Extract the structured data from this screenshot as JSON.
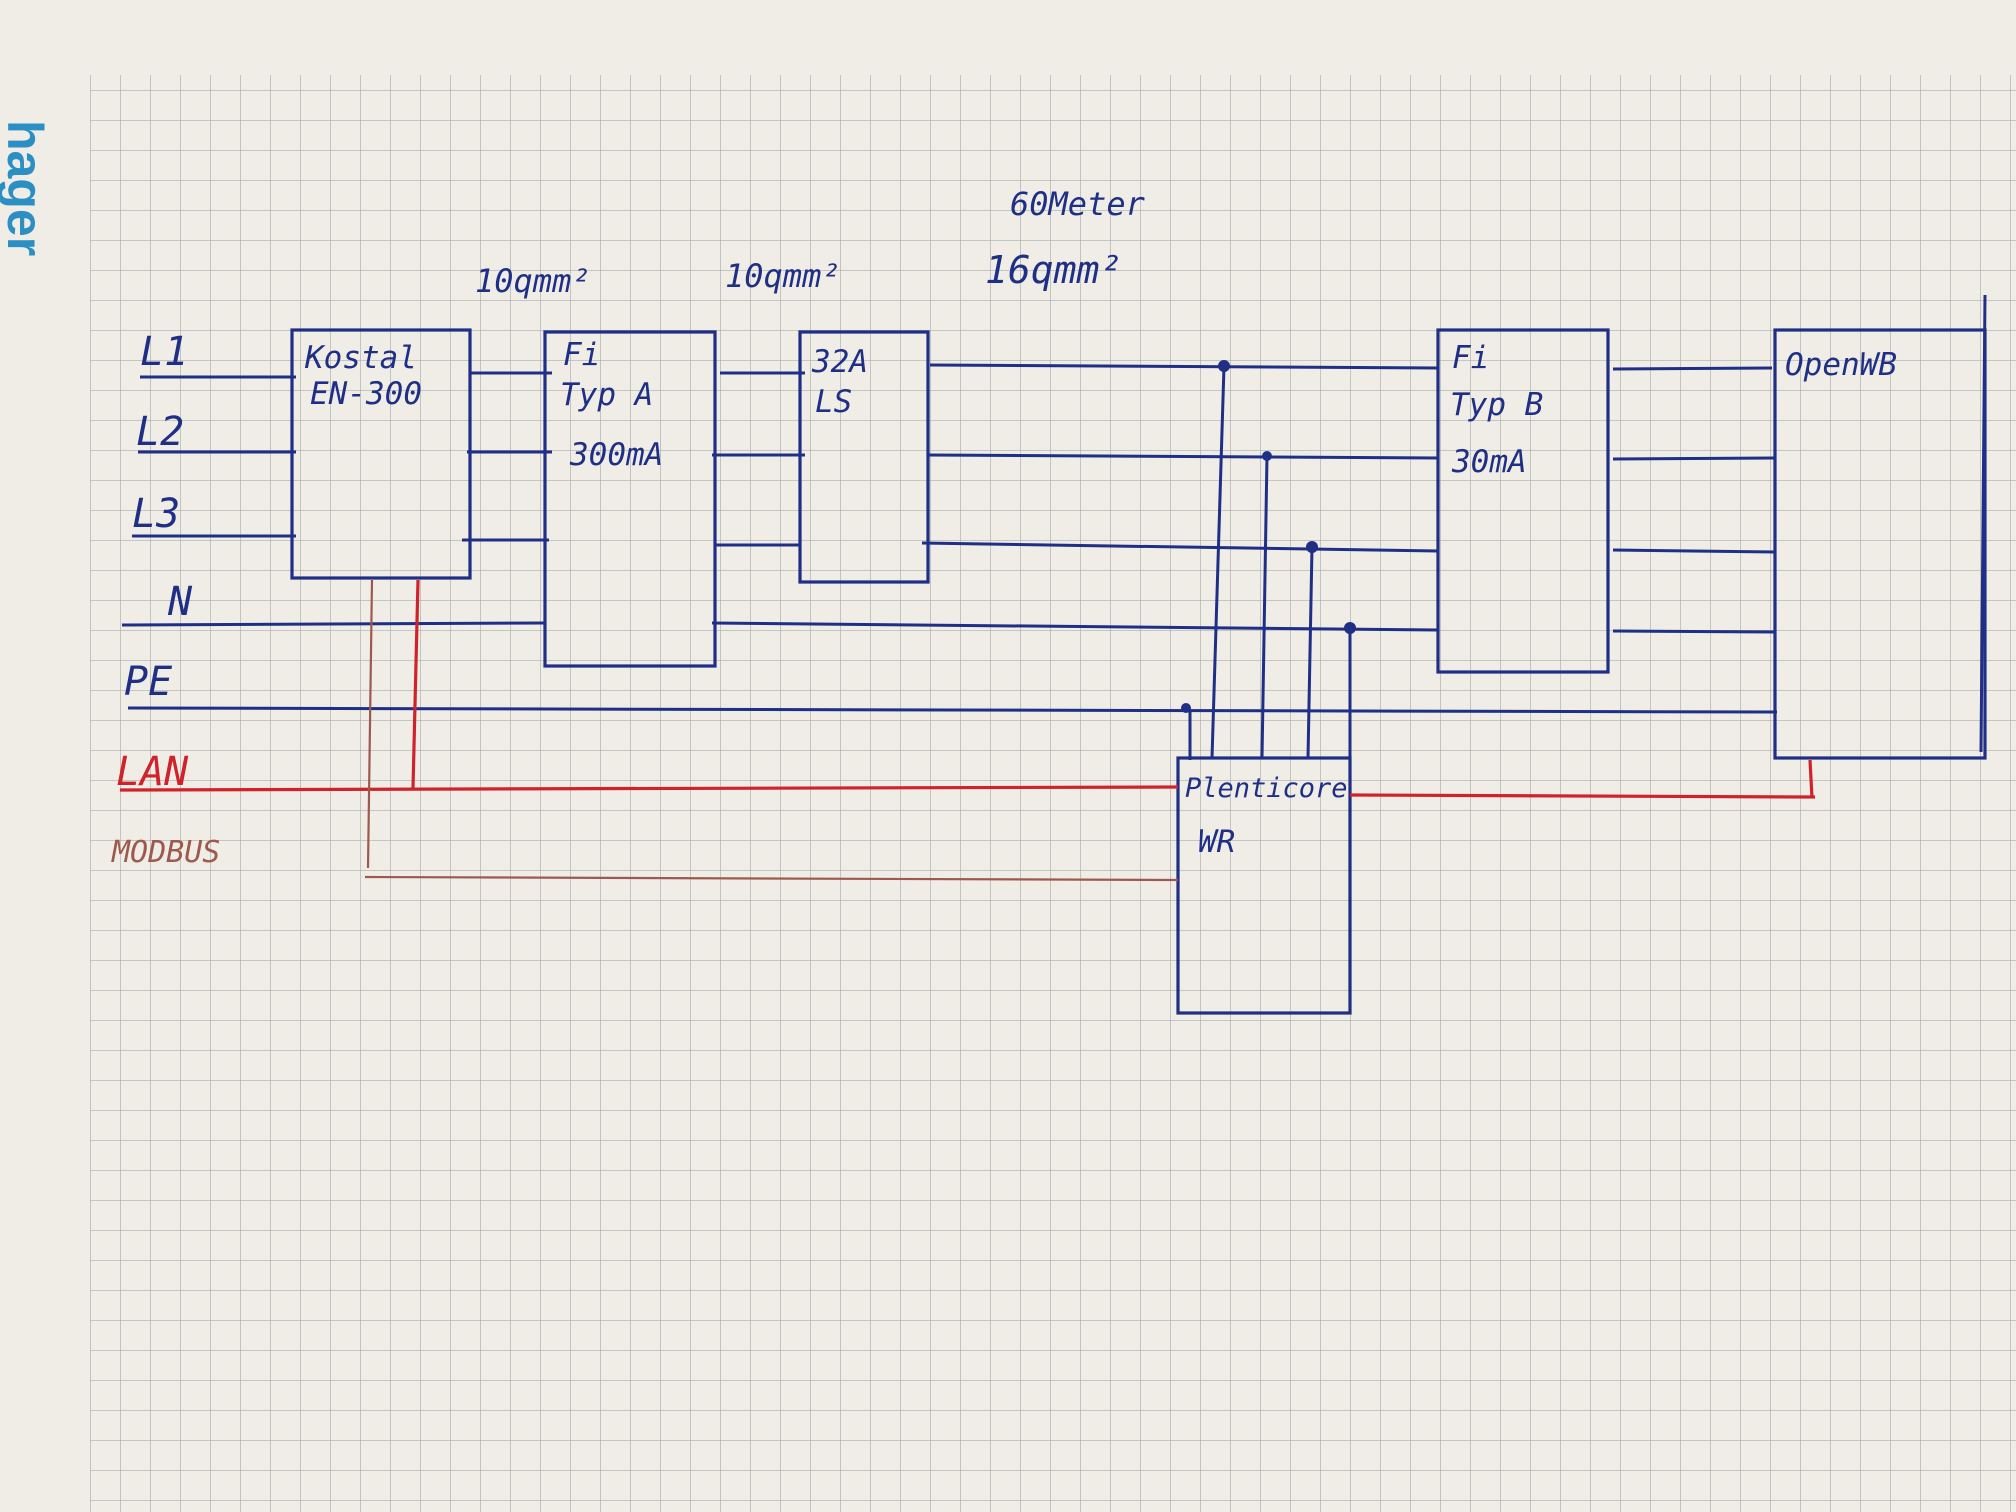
{
  "brand": "hager",
  "colors": {
    "paper": "#f0ede6",
    "grid": "#a9aeae",
    "ink_blue": "#1f2f86",
    "ink_red": "#d0222a",
    "ink_brown": "#9c5a4e",
    "brand_blue": "#2b8fc4"
  },
  "lines": {
    "l1": "L1",
    "l2": "L2",
    "l3": "L3",
    "n": "N",
    "pe": "PE",
    "lan": "LAN",
    "modbus": "MODBUS"
  },
  "cables": {
    "seg1": "10qmm²",
    "seg2": "10qmm²",
    "length": "60Meter",
    "seg3": "16qmm²"
  },
  "components": {
    "meter": {
      "line1": "Kostal",
      "line2": "EN-300"
    },
    "rcd_a": {
      "line1": "Fi",
      "line2": "Typ A",
      "line3": "300mA"
    },
    "breaker": {
      "line1": "32A",
      "line2": "LS"
    },
    "rcd_b": {
      "line1": "Fi",
      "line2": "Typ B",
      "line3": "30mA"
    },
    "wallbox": {
      "line1": "OpenWB"
    },
    "inverter": {
      "line1": "Plenticore",
      "line2": "WR"
    }
  }
}
